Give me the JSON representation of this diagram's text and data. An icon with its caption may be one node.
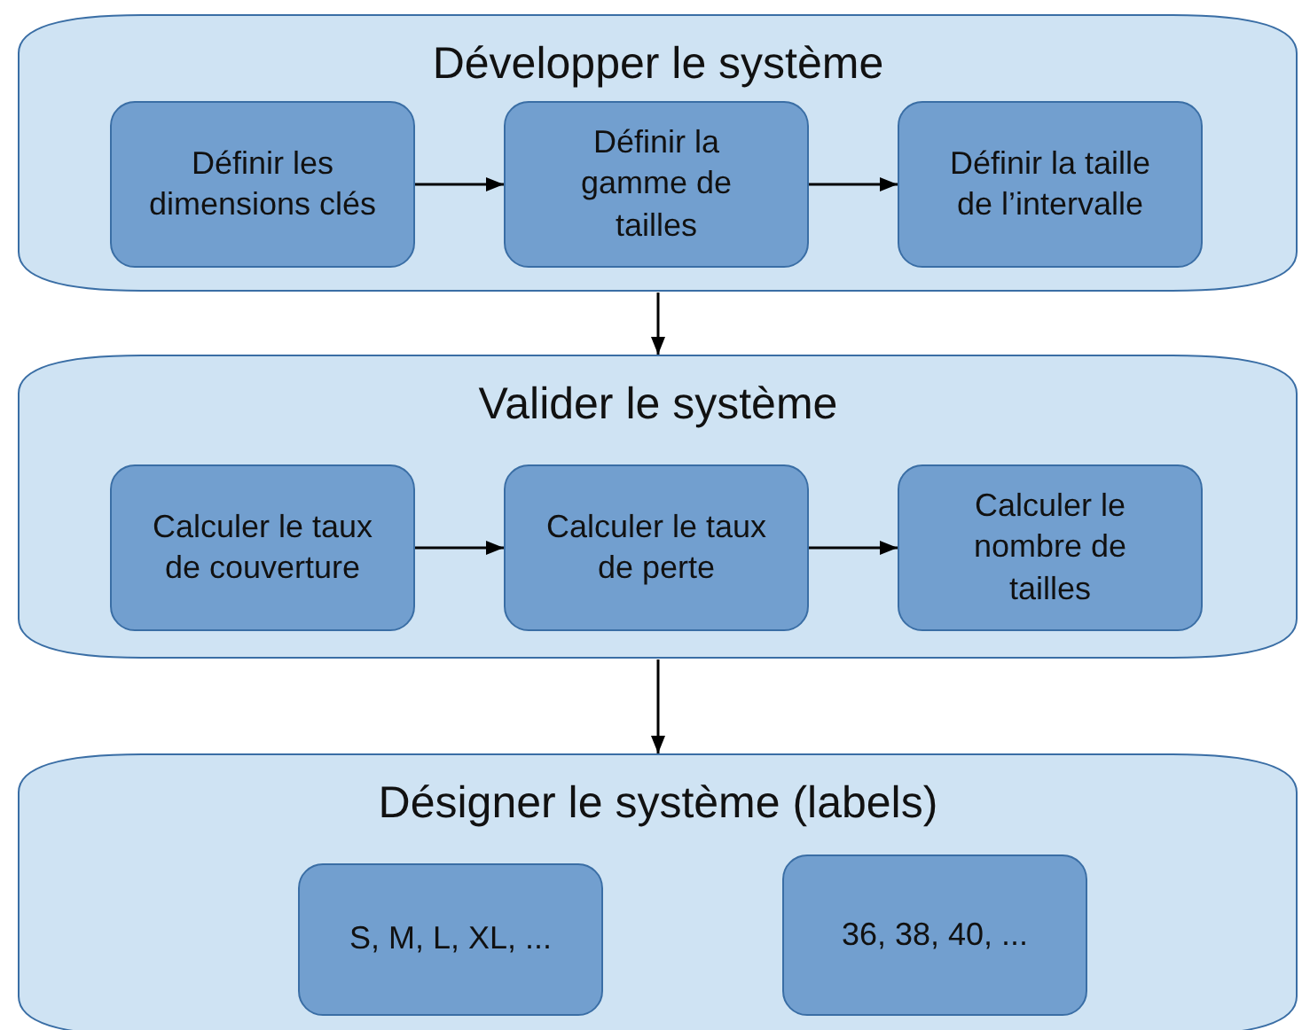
{
  "diagram": {
    "nodes": [
      {
        "text": [
          "Développer le système"
        ]
      },
      {
        "text": [
          "Définir les dimensions clés"
        ],
        "in": 0
      },
      {
        "text": [
          "Définir la gamme de tailles"
        ],
        "in": 0
      },
      {
        "text": [
          "Définir la taille de l’intervalle"
        ],
        "in": 0
      },
      {
        "text": [
          "Valider le système"
        ]
      },
      {
        "text": [
          "Calculer le taux de couverture"
        ],
        "in": 4
      },
      {
        "text": [
          "Calculer le taux de perte"
        ],
        "in": 4
      },
      {
        "text": [
          "Calculer le nombre de tailles"
        ],
        "in": 4
      },
      {
        "text": [
          "Désigner le système (labels)"
        ]
      },
      {
        "text": [
          "S, M, L, XL, ..."
        ],
        "in": 8
      },
      {
        "text": [
          "36, 38, 40, ..."
        ],
        "in": 8
      }
    ],
    "edges": [
      {
        "from": 1,
        "to": 2,
        "arrow": "to"
      },
      {
        "from": 2,
        "to": 3,
        "arrow": "to"
      },
      {
        "from": 0,
        "to": 4,
        "arrow": "to"
      },
      {
        "from": 5,
        "to": 6,
        "arrow": "to"
      },
      {
        "from": 6,
        "to": 7,
        "arrow": "to"
      },
      {
        "from": 4,
        "to": 8,
        "arrow": "to"
      }
    ]
  }
}
